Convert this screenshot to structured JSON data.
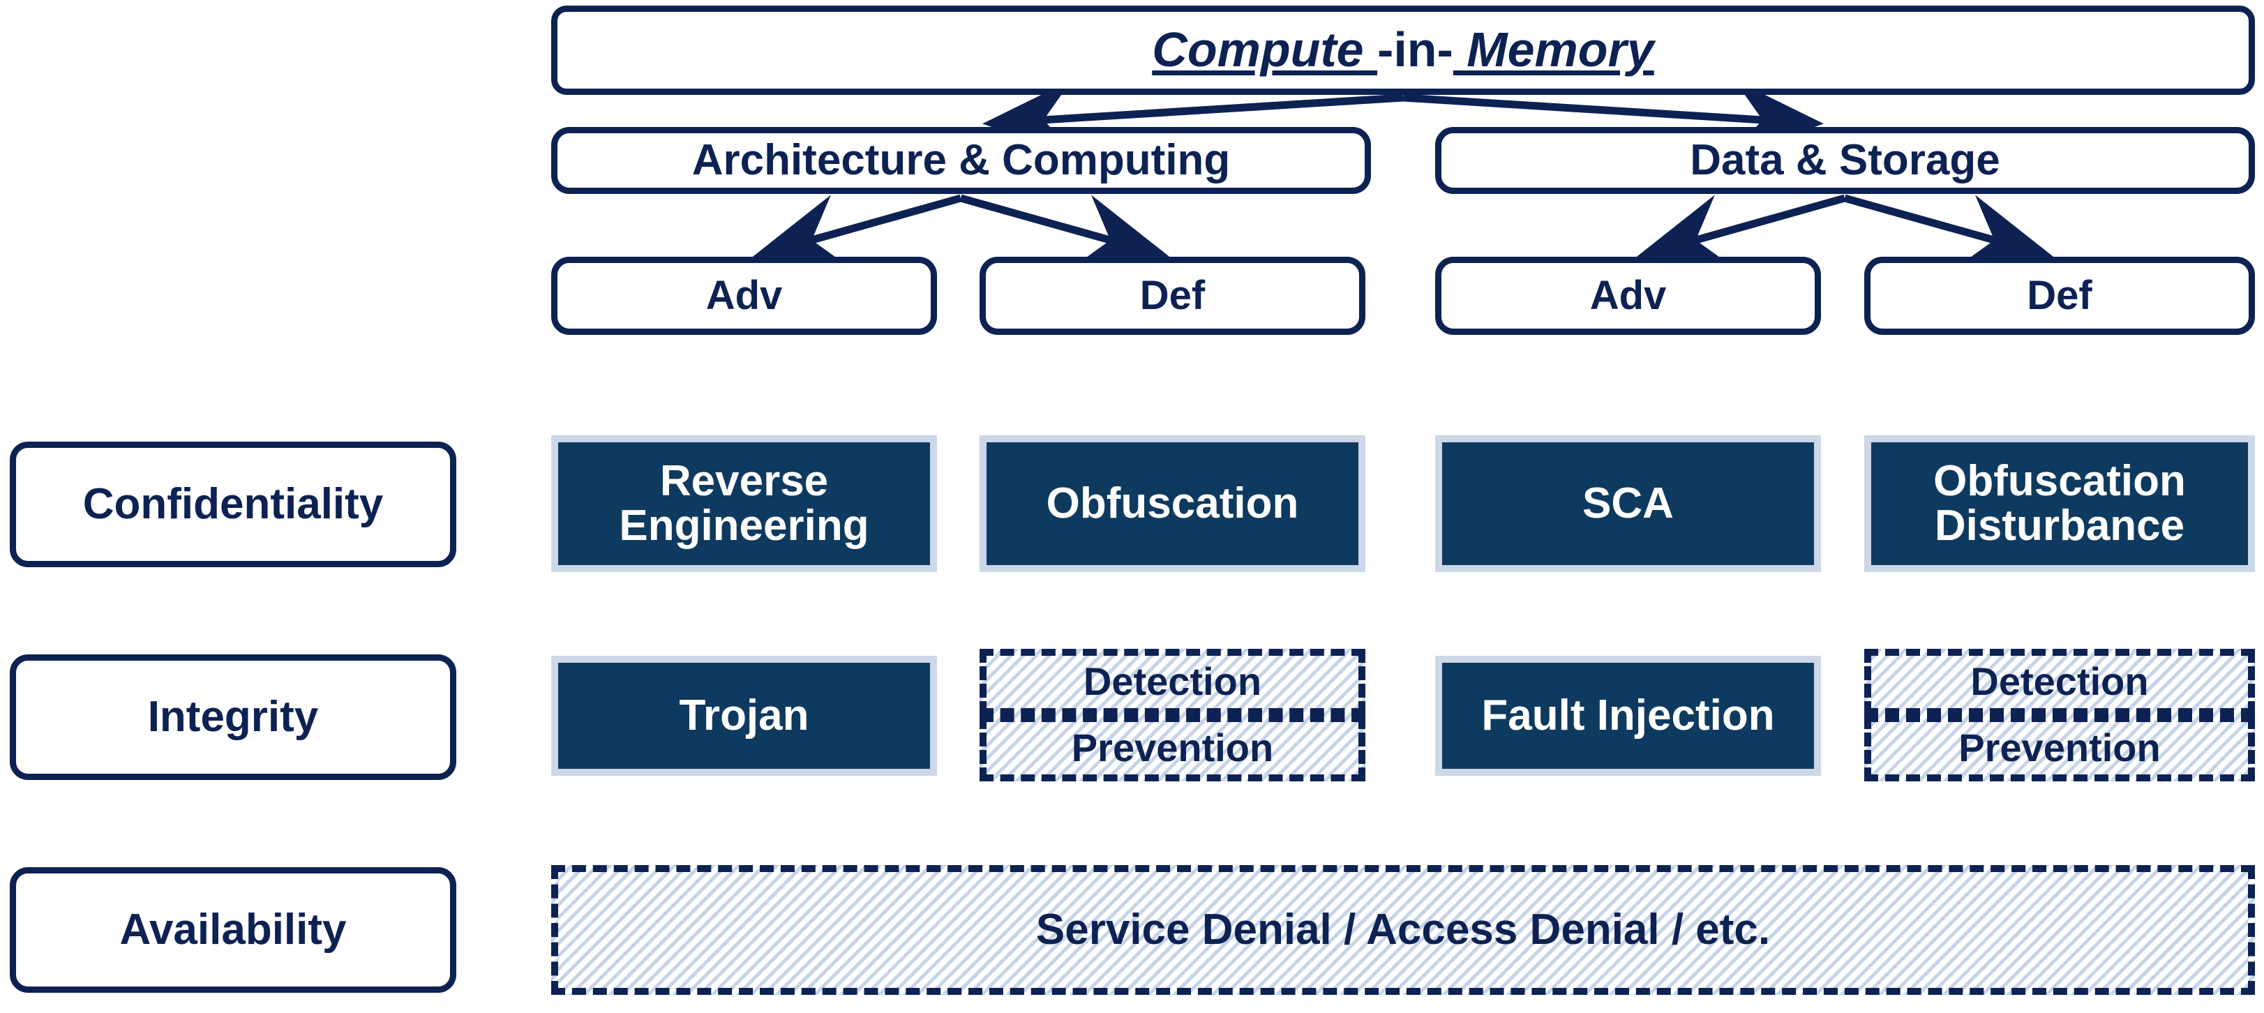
{
  "diagram": {
    "title": {
      "part1": "Compute ",
      "part2": "-in-",
      "part3": " Memory"
    },
    "branches": [
      {
        "label": "Architecture & Computing"
      },
      {
        "label": "Data & Storage"
      }
    ],
    "roles": [
      {
        "label": "Adv"
      },
      {
        "label": "Def"
      },
      {
        "label": "Adv"
      },
      {
        "label": "Def"
      }
    ],
    "row_labels": [
      {
        "label": "Confidentiality"
      },
      {
        "label": "Integrity"
      },
      {
        "label": "Availability"
      }
    ],
    "confidentiality": {
      "arch_adv": "Reverse Engineering",
      "arch_def": "Obfuscation",
      "data_adv": "SCA",
      "data_def": "Obfuscation Disturbance"
    },
    "integrity": {
      "arch_adv": "Trojan",
      "arch_def_detection": "Detection",
      "arch_def_prevention": "Prevention",
      "data_adv": "Fault Injection",
      "data_def_detection": "Detection",
      "data_def_prevention": "Prevention"
    },
    "availability": {
      "span": "Service Denial / Access Denial / etc."
    },
    "colors": {
      "navy": "#0d2253",
      "solid_fill": "#0f3a5f",
      "solid_border": "#ccd7e8",
      "hatch_stripe": "#c6d4e8",
      "white": "#ffffff"
    }
  }
}
